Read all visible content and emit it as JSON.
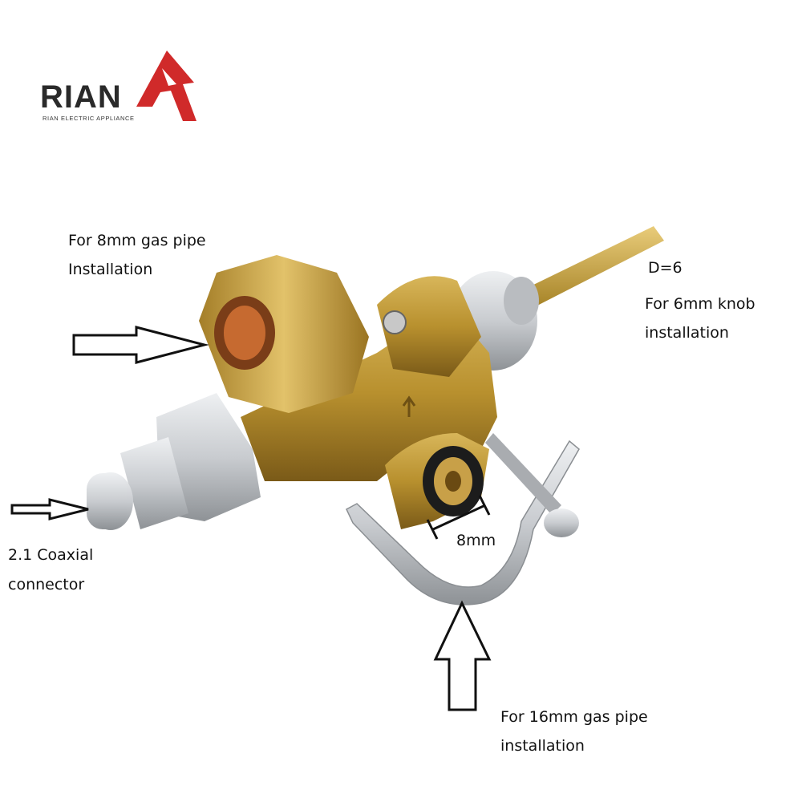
{
  "logo": {
    "word": "RIAN",
    "tagline": "RIAN ELECTRIC APPLIANCE",
    "accent_color": "#d02a2a",
    "text_color": "#2a2a2a"
  },
  "annotations": {
    "gas_pipe_8mm": {
      "line1": "For 8mm gas pipe",
      "line2": "Installation"
    },
    "knob": {
      "diameter": "D=6",
      "line1": "For 6mm knob",
      "line2": "installation"
    },
    "coaxial": {
      "line1": "2.1 Coaxial",
      "line2": "connector"
    },
    "dimension": "8mm",
    "gas_pipe_16mm": {
      "line1": "For 16mm gas pipe",
      "line2": "installation"
    }
  },
  "product": {
    "brass_color": "#b8902e",
    "aluminum_color": "#c9ccd0",
    "icons": [
      "arrow-right-icon",
      "arrow-up-icon",
      "gas-valve-illustration"
    ]
  }
}
